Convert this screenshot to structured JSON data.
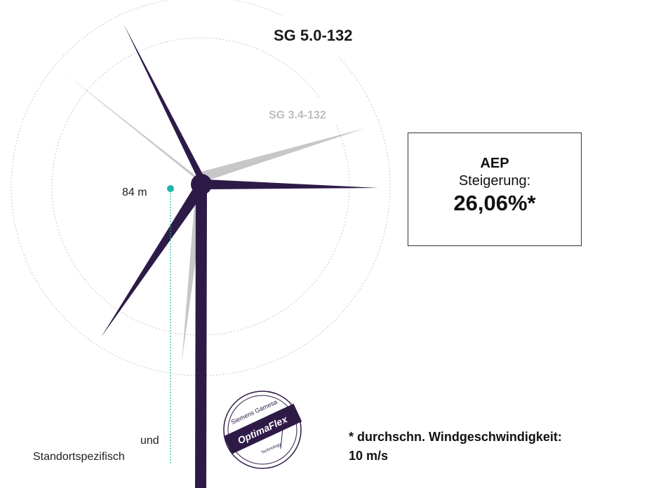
{
  "models": {
    "large": "SG 5.0-132",
    "small": "SG 3.4-132"
  },
  "hub_height": "84 m",
  "height_note": {
    "line1": "und",
    "line2": "Standortspezifisch"
  },
  "aep": {
    "title": "AEP",
    "subtitle": "Steigerung:",
    "value": "26,06%*"
  },
  "footnote": {
    "line1": "* durchschn. Windgeschwindigkeit:",
    "line2": "10 m/s"
  },
  "seal": {
    "top_text": "Siemens Gamesa",
    "middle_text": "OptimaFlex",
    "bottom_text": "Technology"
  },
  "colors": {
    "primary_turbine": "#2e1a47",
    "secondary_turbine": "#c7c7c7",
    "accent": "#1fb5a8"
  }
}
